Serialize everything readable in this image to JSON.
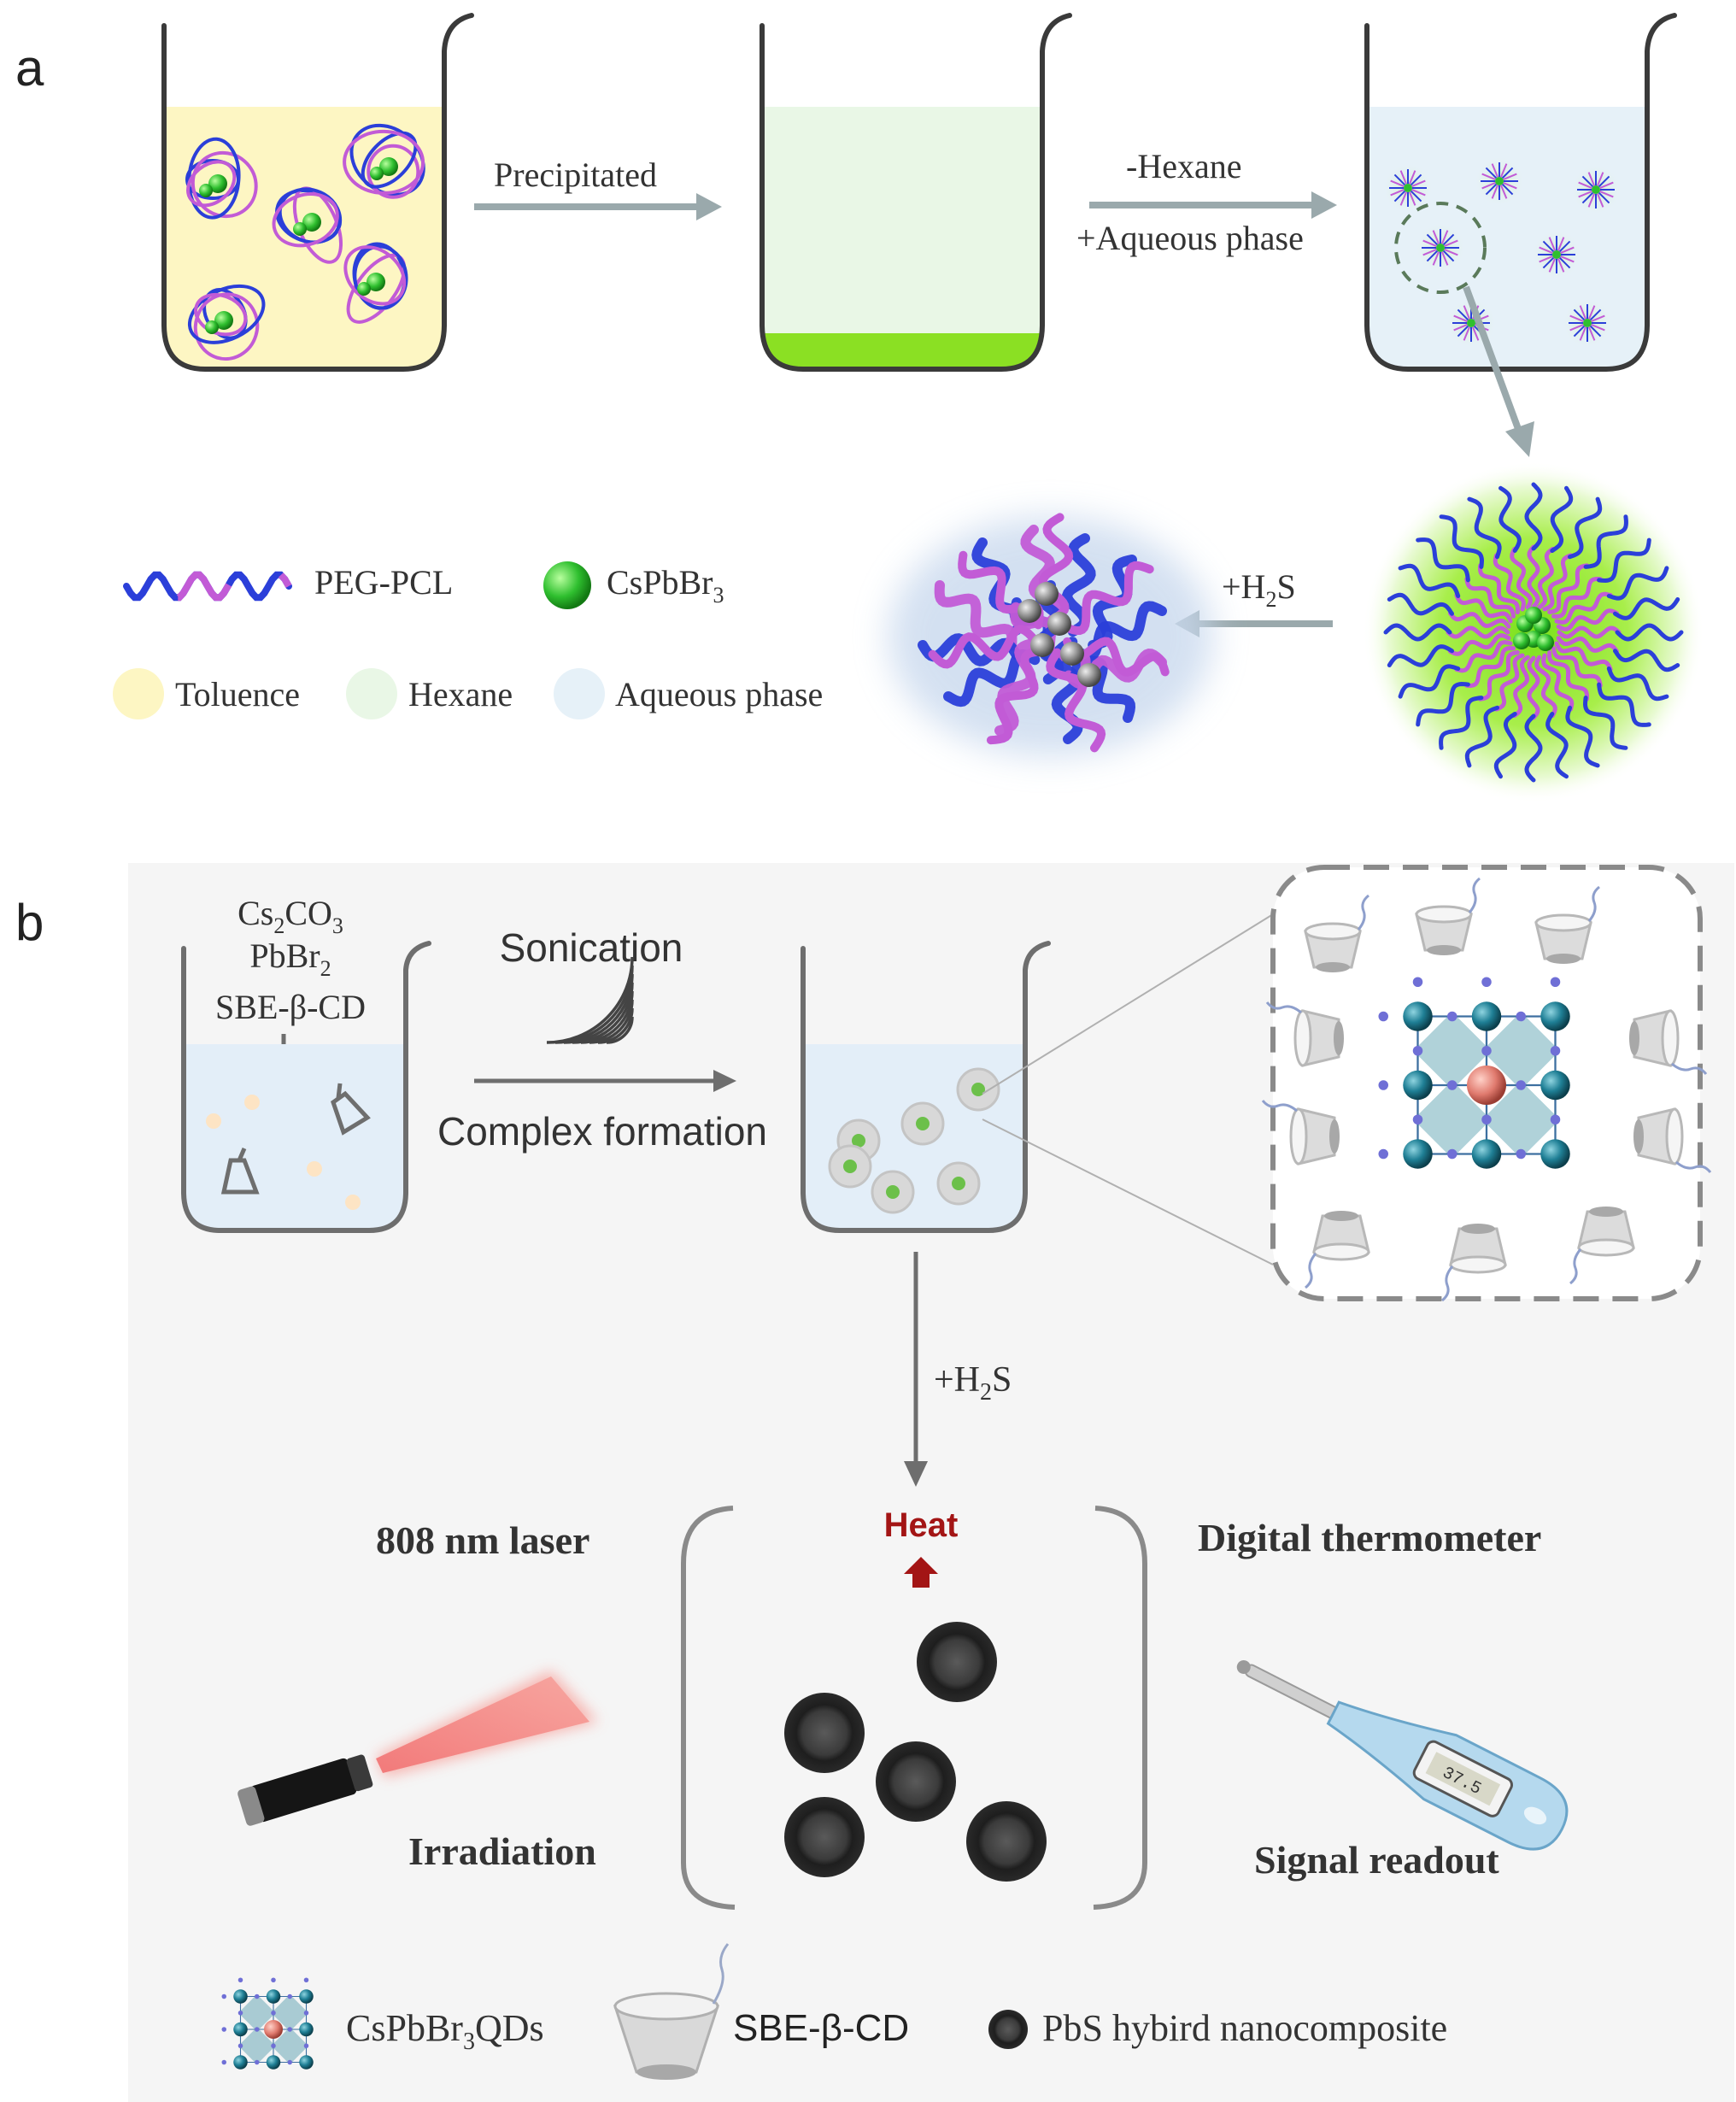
{
  "panel_a": {
    "letter": "a",
    "step1_label": "Precipitated",
    "step2_label_line1": "-Hexane",
    "step2_label_line2": "+Aqueous phase",
    "h2s_label": "+H",
    "h2s_sub": "2",
    "h2s_tail": "S",
    "legend": {
      "polymer": "PEG-PCL",
      "qd_main": "CsPbBr",
      "qd_sub": "3",
      "toluene": "Toluence",
      "hexane": "Hexane",
      "aqueous": "Aqueous phase"
    },
    "colors": {
      "toluene": "#fdf6c3",
      "hexane": "#e9f7e6",
      "aqueous": "#e6f1f8",
      "precipitate": "#8be023",
      "qd": "#2fbf2f",
      "peg": "#2b3fd9",
      "pcl": "#c25bd6",
      "arrow": "#9aa9ac"
    }
  },
  "panel_b": {
    "letter": "b",
    "reagent1_main": "Cs",
    "reagent1_sub1": "2",
    "reagent1_mid": "CO",
    "reagent1_sub2": "3",
    "reagent2_main": "PbBr",
    "reagent2_sub": "2",
    "reagent3": "SBE-β-CD",
    "sonication": "Sonication",
    "complex": "Complex formation",
    "h2s_main": "+H",
    "h2s_sub": "2",
    "h2s_tail": "S",
    "laser": "808 nm laser",
    "heat": "Heat",
    "thermometer": "Digital thermometer",
    "irradiation": "Irradiation",
    "readout": "Signal readout",
    "thermo_display": "37.5",
    "legend": {
      "qd_main": "CsPbBr",
      "qd_sub": "3",
      "qd_tail": "QDs",
      "cd": "SBE-β-CD",
      "pbs": "PbS hybird nanocomposite"
    },
    "colors": {
      "background": "#f5f5f5",
      "water": "#e3eef8",
      "heat": "#a31515",
      "crystal": "#1f7f95",
      "cation": "#e07a6e",
      "beam": "#f08080",
      "particle": "#2e2e2e",
      "arrow": "#6e6e6e"
    }
  }
}
